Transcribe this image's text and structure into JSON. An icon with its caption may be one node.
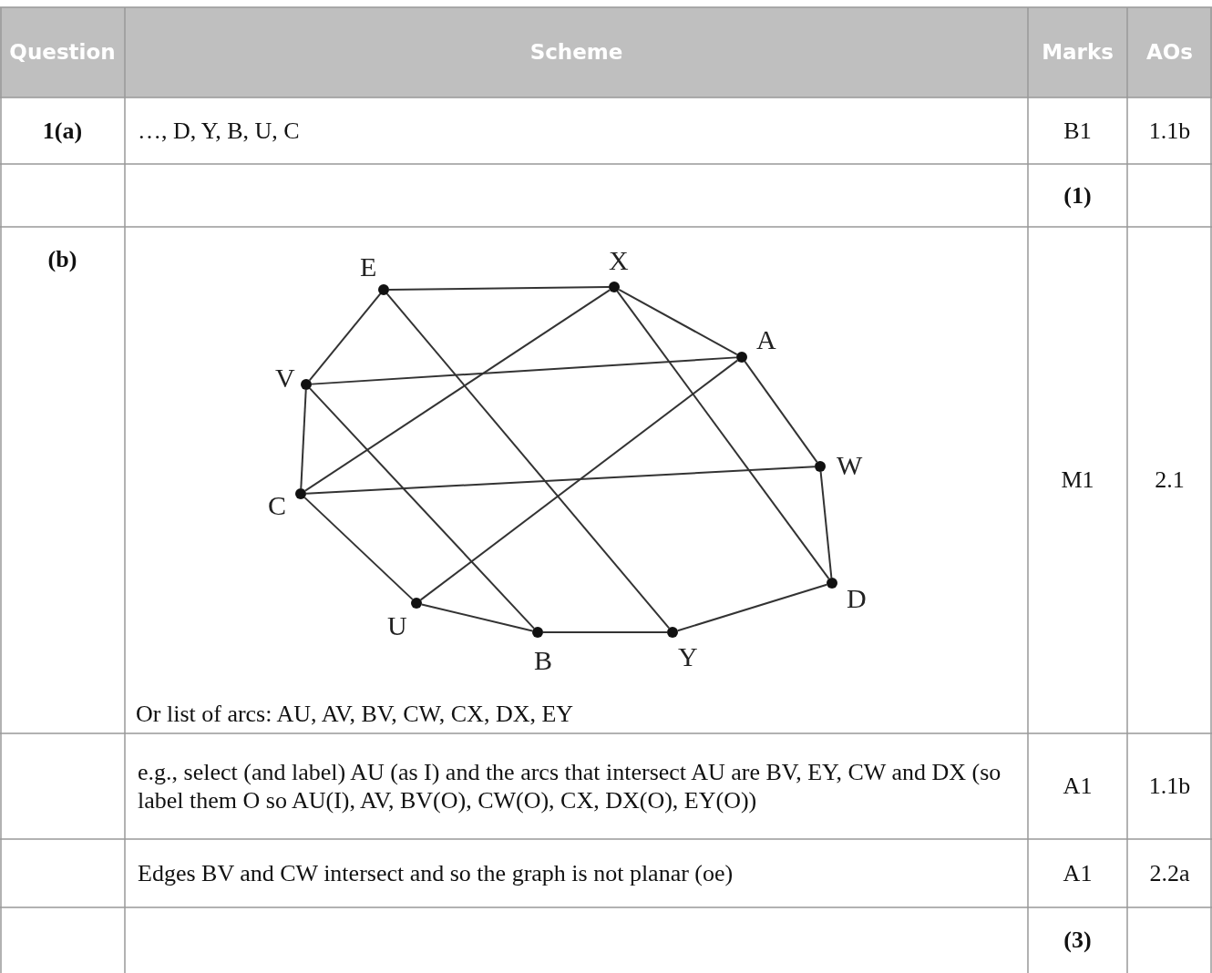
{
  "diagram": {
    "nodes": [
      {
        "text": [
          "E"
        ]
      },
      {
        "text": [
          "X"
        ]
      },
      {
        "text": [
          "A"
        ]
      },
      {
        "text": [
          "V"
        ]
      },
      {
        "text": [
          "W"
        ]
      },
      {
        "text": [
          "C"
        ]
      },
      {
        "text": [
          "D"
        ]
      },
      {
        "text": [
          "U"
        ]
      },
      {
        "text": [
          "B"
        ]
      },
      {
        "text": [
          "Y"
        ]
      }
    ],
    "edges": [
      {
        "from": 0,
        "to": 1,
        "arrow": "none"
      },
      {
        "from": 0,
        "to": 3,
        "arrow": "none"
      },
      {
        "from": 0,
        "to": 9,
        "arrow": "none"
      },
      {
        "from": 1,
        "to": 2,
        "arrow": "none"
      },
      {
        "from": 1,
        "to": 5,
        "arrow": "none"
      },
      {
        "from": 1,
        "to": 6,
        "arrow": "none"
      },
      {
        "from": 2,
        "to": 3,
        "arrow": "none"
      },
      {
        "from": 2,
        "to": 4,
        "arrow": "none"
      },
      {
        "from": 2,
        "to": 7,
        "arrow": "none"
      },
      {
        "from": 3,
        "to": 5,
        "arrow": "none"
      },
      {
        "from": 3,
        "to": 8,
        "arrow": "none"
      },
      {
        "from": 4,
        "to": 5,
        "arrow": "none"
      },
      {
        "from": 4,
        "to": 6,
        "arrow": "none"
      },
      {
        "from": 5,
        "to": 7,
        "arrow": "none"
      },
      {
        "from": 6,
        "to": 9,
        "arrow": "none"
      },
      {
        "from": 7,
        "to": 8,
        "arrow": "none"
      },
      {
        "from": 8,
        "to": 9,
        "arrow": "none"
      }
    ],
    "labels": [
      "Question",
      "Scheme",
      "Marks",
      "AOs",
      "1(a)",
      "…, D, Y, B, U, C",
      "B1",
      "1.1b",
      "(1)",
      "(b)",
      "Or list of arcs: AU, AV, BV, CW, CX, DX, EY",
      "M1",
      "2.1",
      "e.g., select (and label) AU (as I) and the arcs that intersect AU are BV, EY, CW and DX (so label them O so AU(I), AV, BV(O), CW(O), CX, DX(O), EY(O))",
      "A1",
      "1.1b",
      "Edges BV and CW intersect and so the graph is not planar (oe)",
      "A1",
      "2.2a",
      "(3)"
    ]
  }
}
